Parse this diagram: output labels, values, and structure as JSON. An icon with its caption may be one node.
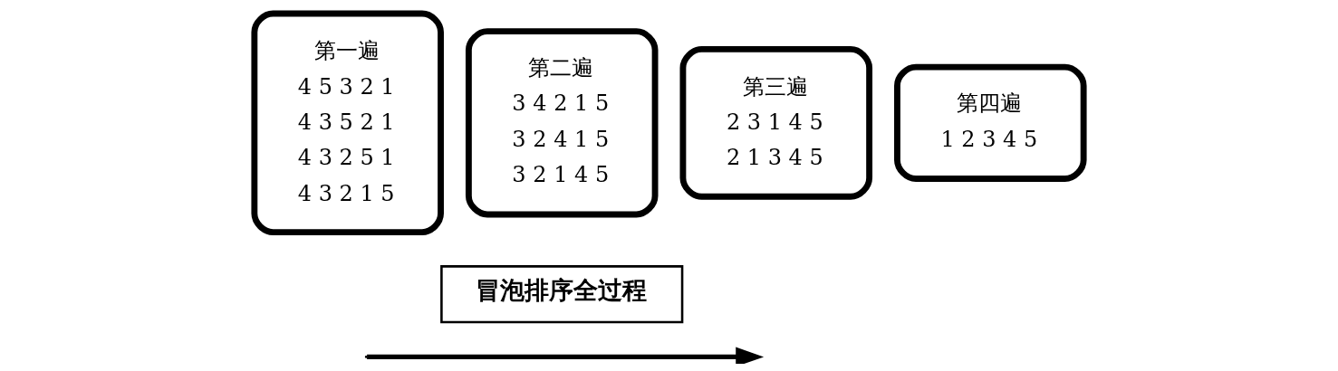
{
  "diagram": {
    "nodes": [
      {
        "text": [
          "第一遍",
          "4 5 3 2 1",
          "4 3 5 2 1",
          "4 3 2 5 1",
          "4 3 2 1 5"
        ]
      },
      {
        "text": [
          "第二遍",
          "3 4 2 1 5",
          "3 2 4 1 5",
          "3 2 1 4 5"
        ]
      },
      {
        "text": [
          "第三遍",
          "2 3 1 4 5",
          "2 1 3 4 5"
        ]
      },
      {
        "text": [
          "第四遍",
          "1 2 3 4 5"
        ]
      },
      {
        "text": [
          "冒泡排序全过程"
        ]
      }
    ]
  }
}
